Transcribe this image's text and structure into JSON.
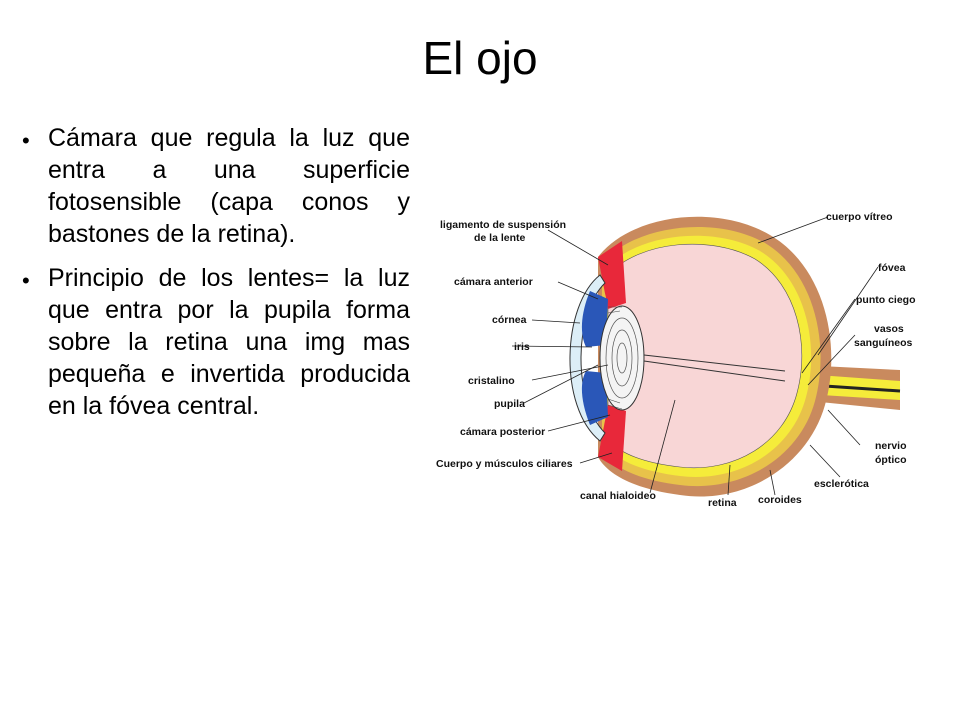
{
  "slide": {
    "title": "El ojo",
    "bullets": [
      "Cámara que regula la luz que entra a una superficie fotosensible (capa conos y bastones de la retina).",
      "Principio de los lentes= la luz que entra por la pupila forma sobre la retina una img mas pequeña e invertida producida en la fóvea central."
    ]
  },
  "diagram": {
    "labels": {
      "ligamento_1": "ligamento de suspensión",
      "ligamento_2": "de la lente",
      "camara_anterior": "cámara anterior",
      "cornea": "córnea",
      "iris": "iris",
      "cristalino": "cristalino",
      "pupila": "pupila",
      "camara_posterior": "cámara posterior",
      "cuerpo_musculos": "Cuerpo y músculos ciliares",
      "canal_hialoideo": "canal hialoideo",
      "retina": "retina",
      "coroides": "coroides",
      "esclerotica": "esclerótica",
      "nervio_1": "nervio",
      "nervio_2": "óptico",
      "cuerpo_vitreo": "cuerpo vítreo",
      "fovea": "fóvea",
      "punto_ciego": "punto ciego",
      "vasos_1": "vasos",
      "vasos_2": "sanguíneos"
    },
    "colors": {
      "sclera": "#c98a5e",
      "choroid": "#e8c24a",
      "retina": "#f5ec3a",
      "vitreous": "#f8d6d6",
      "iris": "#2a57b8",
      "ciliary": "#e8283a",
      "cornea": "#dceef7",
      "nerve": "#f5ec3a"
    }
  }
}
